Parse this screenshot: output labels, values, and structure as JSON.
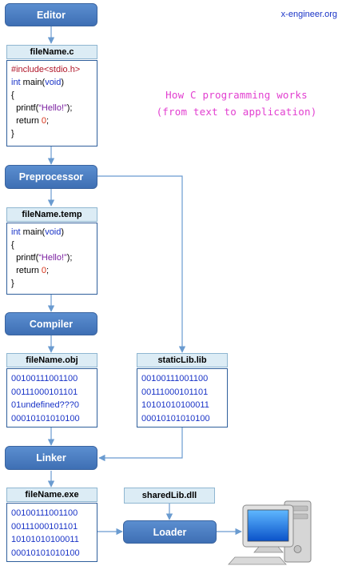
{
  "brand": "x-engineer.org",
  "headline": [
    "How C programming works",
    "(from text to application)"
  ],
  "stages": {
    "editor": "Editor",
    "preprocessor": "Preprocessor",
    "compiler": "Compiler",
    "linker": "Linker",
    "loader": "Loader"
  },
  "files": {
    "source": {
      "name": "fileName.c",
      "lines": [
        [
          {
            "t": "#include<stdio.h>",
            "c": "inc"
          }
        ],
        [
          {
            "t": "int",
            "c": "kw"
          },
          {
            "t": " main(",
            "c": ""
          },
          {
            "t": "void",
            "c": "kw"
          },
          {
            "t": ")",
            "c": ""
          }
        ],
        [
          {
            "t": "{",
            "c": ""
          }
        ],
        [
          {
            "t": "  printf(",
            "c": ""
          },
          {
            "t": "“Hello!”",
            "c": "str"
          },
          {
            "t": ");",
            "c": ""
          }
        ],
        [
          {
            "t": "  return ",
            "c": ""
          },
          {
            "t": "0",
            "c": "num"
          },
          {
            "t": ";",
            "c": ""
          }
        ],
        [
          {
            "t": "}",
            "c": ""
          }
        ]
      ]
    },
    "temp": {
      "name": "fileName.temp",
      "lines": [
        [
          {
            "t": "int",
            "c": "kw"
          },
          {
            "t": " main(",
            "c": ""
          },
          {
            "t": "void",
            "c": "kw"
          },
          {
            "t": ")",
            "c": ""
          }
        ],
        [
          {
            "t": "{",
            "c": ""
          }
        ],
        [
          {
            "t": "  printf(",
            "c": ""
          },
          {
            "t": "“Hello!”",
            "c": "str"
          },
          {
            "t": ");",
            "c": ""
          }
        ],
        [
          {
            "t": "  return ",
            "c": ""
          },
          {
            "t": "0",
            "c": "num"
          },
          {
            "t": ";",
            "c": ""
          }
        ],
        [
          {
            "t": "}",
            "c": ""
          }
        ]
      ]
    },
    "obj": {
      "name": "fileName.obj",
      "lines": [
        "00100111001100",
        "00111000101101",
        "01undefined???0",
        "00010101010100"
      ]
    },
    "staticlib": {
      "name": "staticLib.lib",
      "lines": [
        "00100111001100",
        "00111000101101",
        "10101010100011",
        "00010101010100"
      ]
    },
    "exe": {
      "name": "fileName.exe",
      "lines": [
        "00100111001100",
        "00111000101101",
        "10101010100011",
        "00010101010100"
      ]
    },
    "sharedlib": {
      "name": "sharedLib.dll"
    }
  },
  "colors": {
    "stage_fill": "#4a7fc4",
    "file_title_fill": "#dcecf5",
    "connector": "#6a9bd0",
    "headline": "#e23fd0",
    "binary_text": "#1a34c7"
  },
  "icons": [
    "computer-icon"
  ]
}
